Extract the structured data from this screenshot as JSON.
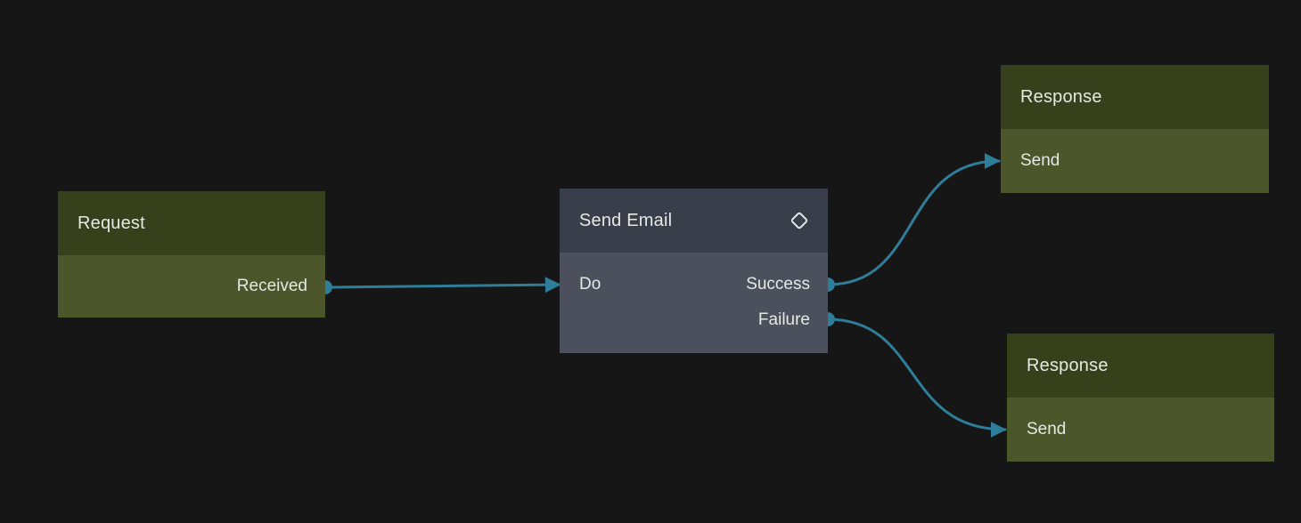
{
  "canvas": {
    "background": "#161616",
    "edge_color": "#2e7d99",
    "text_color": "#e6e8e3",
    "olive_header_color": "#36401b",
    "olive_body_color": "#4c562b",
    "slate_header_color": "#3a3e4a",
    "slate_body_color": "#4c505c"
  },
  "nodes": {
    "request": {
      "title": "Request",
      "outputs": [
        "Received"
      ]
    },
    "send_email": {
      "title": "Send Email",
      "icon": "diamond-icon",
      "inputs": [
        "Do"
      ],
      "outputs": [
        "Success",
        "Failure"
      ]
    },
    "response_top": {
      "title": "Response",
      "inputs": [
        "Send"
      ]
    },
    "response_bottom": {
      "title": "Response",
      "inputs": [
        "Send"
      ]
    }
  },
  "edges": [
    {
      "from": "Request.Received",
      "to": "Send Email.Do"
    },
    {
      "from": "Send Email.Success",
      "to": "Response.Send"
    },
    {
      "from": "Send Email.Failure",
      "to": "Response.Send"
    }
  ]
}
